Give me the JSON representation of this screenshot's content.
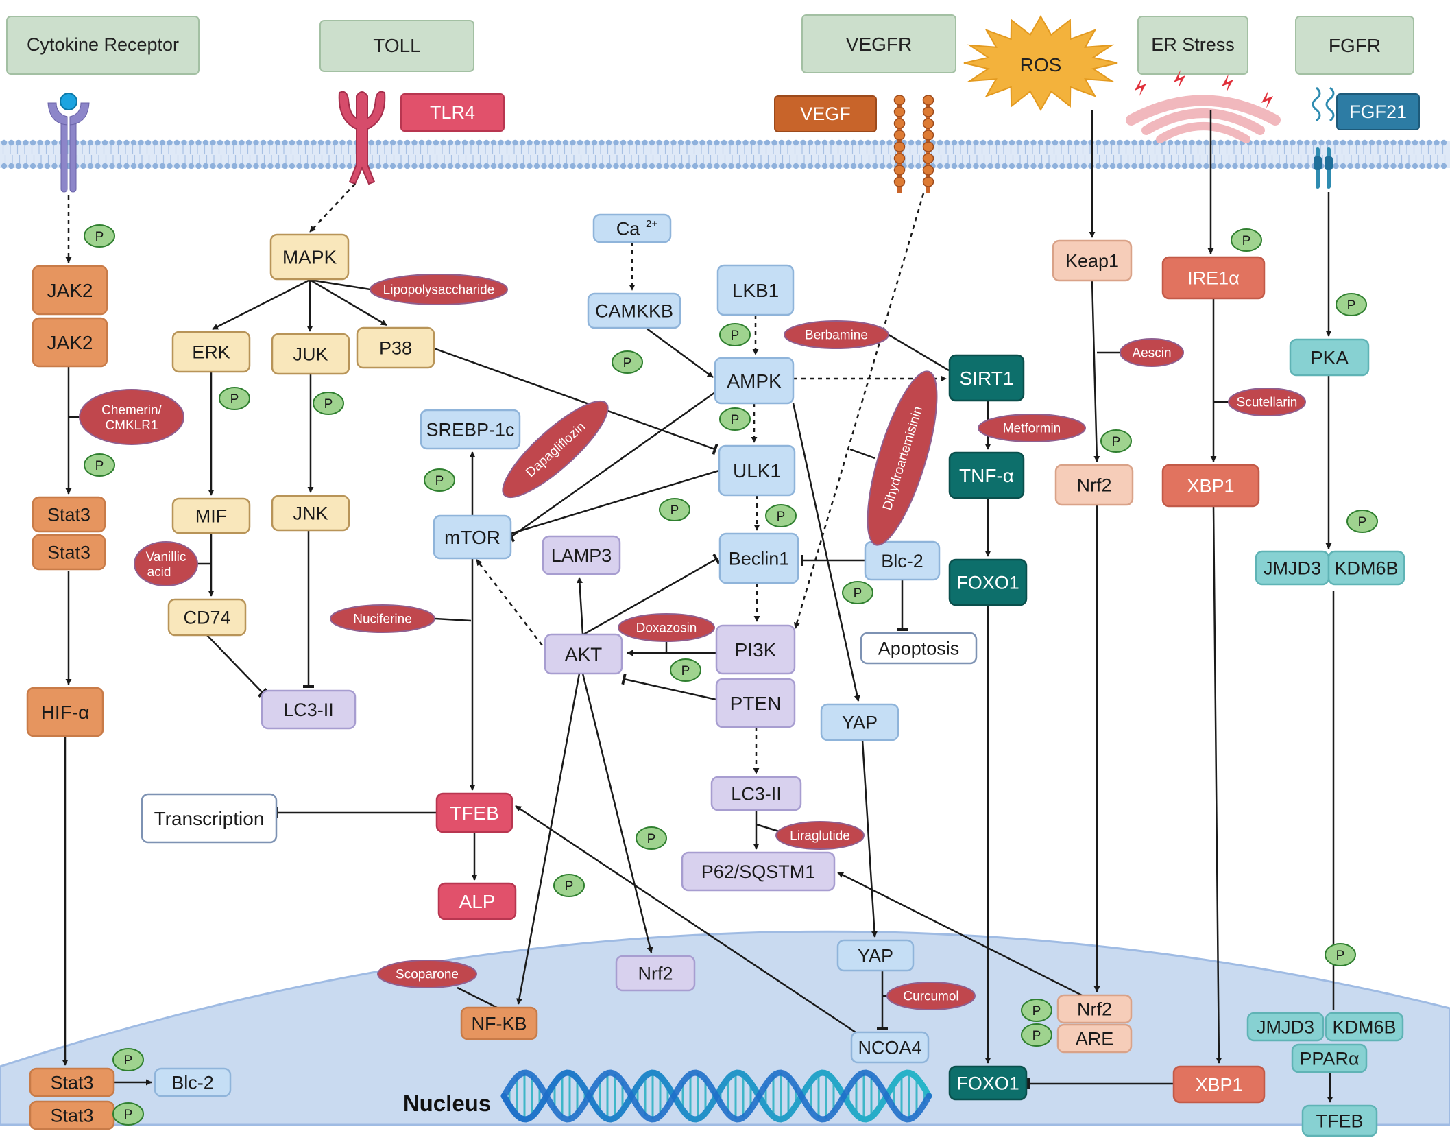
{
  "receptors": {
    "cytokine": "Cytokine Receptor",
    "toll": "TOLL",
    "vegfr": "VEGFR",
    "ros": "ROS",
    "er_stress": "ER Stress",
    "fgfr": "FGFR"
  },
  "ligands": {
    "tlr4": "TLR4",
    "vegf": "VEGF",
    "fgf21": "FGF21"
  },
  "phospho": "P",
  "nodes": {
    "jak2_a": "JAK2",
    "jak2_b": "JAK2",
    "stat3_a": "Stat3",
    "stat3_b": "Stat3",
    "hif": "HIF-α",
    "stat3_n1": "Stat3",
    "stat3_n2": "Stat3",
    "blc2_n": "Blc-2",
    "mapk": "MAPK",
    "erk": "ERK",
    "juk": "JUK",
    "p38": "P38",
    "mif": "MIF",
    "jnk": "JNK",
    "cd74": "CD74",
    "lc3_left": "LC3-II",
    "ca": "Ca",
    "ca_sup": "2+",
    "camkkb": "CAMKKB",
    "lkb1": "LKB1",
    "ampk": "AMPK",
    "sirt1": "SIRT1",
    "srebp": "SREBP-1c",
    "ulk1": "ULK1",
    "mtor": "mTOR",
    "lamp3": "LAMP3",
    "beclin1": "Beclin1",
    "blc2_mid": "Blc-2",
    "apoptosis": "Apoptosis",
    "akt": "AKT",
    "pi3k": "PI3K",
    "pten": "PTEN",
    "yap_cyto": "YAP",
    "lc3_mid": "LC3-II",
    "p62": "P62/SQSTM1",
    "transcription": "Transcription",
    "tfeb": "TFEB",
    "alp": "ALP",
    "nrf2_akt": "Nrf2",
    "nfkb": "NF-KB",
    "yap_nuc": "YAP",
    "ncoa4": "NCOA4",
    "tnf": "TNF-α",
    "foxo1_cyto": "FOXO1",
    "foxo1_nuc": "FOXO1",
    "keap1": "Keap1",
    "nrf2_cyto": "Nrf2",
    "nrf2_nuc": "Nrf2",
    "are": "ARE",
    "ire1": "IRE1α",
    "xbp1_cyto": "XBP1",
    "xbp1_nuc": "XBP1",
    "pka": "PKA",
    "jmjd3_a": "JMJD3",
    "kdm6b_a": "KDM6B",
    "jmjd3_b": "JMJD3",
    "kdm6b_b": "KDM6B",
    "ppara": "PPARα",
    "tfeb_r": "TFEB"
  },
  "drugs": {
    "chemerin_1": "Chemerin/",
    "chemerin_2": "CMKLR1",
    "lps": "Lipopolysaccharide",
    "vanillic_1": "Vanillic",
    "vanillic_2": "acid",
    "berbamine": "Berbamine",
    "dapagliflozin": "Dapagliflozin",
    "dihydroartemisinin": "Dihydroartemisinin",
    "metformin": "Metformin",
    "nuciferine": "Nuciferine",
    "doxazosin": "Doxazosin",
    "liraglutide": "Liraglutide",
    "scoparone": "Scoparone",
    "curcumol": "Curcumol",
    "aescin": "Aescin",
    "scutellarin": "Scutellarin"
  },
  "nucleus_label": "Nucleus",
  "colors": {
    "orange": "#e6955f",
    "tan": "#f9e7bb",
    "light_blue": "#c5def5",
    "lavender": "#d8d1ee",
    "teal_dark": "#0d6f6b",
    "peach": "#f6cdb9",
    "salmon": "#e1735f",
    "cyan": "#87d1d2",
    "pink_red": "#e1516b",
    "drug_red": "#c0474d",
    "phospho_green": "#9fd38f",
    "receptor_box": "#ccdfcc",
    "nucleus_fill": "#c9daf0",
    "membrane": "#8fb1dc"
  }
}
